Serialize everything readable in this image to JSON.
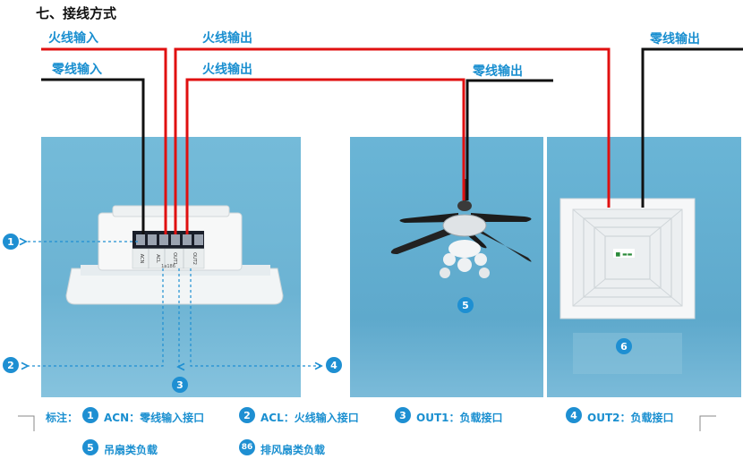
{
  "title": "七、接线方式",
  "wire_labels": {
    "live_in": "火线输入",
    "live_out_1": "火线输出",
    "neutral_in": "零线输入",
    "live_out_2": "火线输出",
    "neutral_out_fan": "零线输出",
    "neutral_out_exhaust": "零线输出"
  },
  "device": {
    "terminal_labels": [
      "ACN",
      "ACL",
      "OUT1",
      "OUT2"
    ],
    "model_text": "1a186"
  },
  "markers": [
    "1",
    "2",
    "3",
    "4",
    "5",
    "6"
  ],
  "legend": {
    "prefix": "标注：",
    "items": [
      {
        "num": "1",
        "text": "ACN：零线输入接口"
      },
      {
        "num": "2",
        "text": "ACL：火线输入接口"
      },
      {
        "num": "3",
        "text": "OUT1：负载接口"
      },
      {
        "num": "4",
        "text": "OUT2：负载接口"
      },
      {
        "num": "5",
        "text": "吊扇类负载"
      },
      {
        "num": "86",
        "text": "排风扇类负载"
      }
    ]
  },
  "colors": {
    "live_wire": "#e01010",
    "neutral_wire": "#111111",
    "accent": "#1a8fd0",
    "panel_bg": "#6cb6d6"
  }
}
